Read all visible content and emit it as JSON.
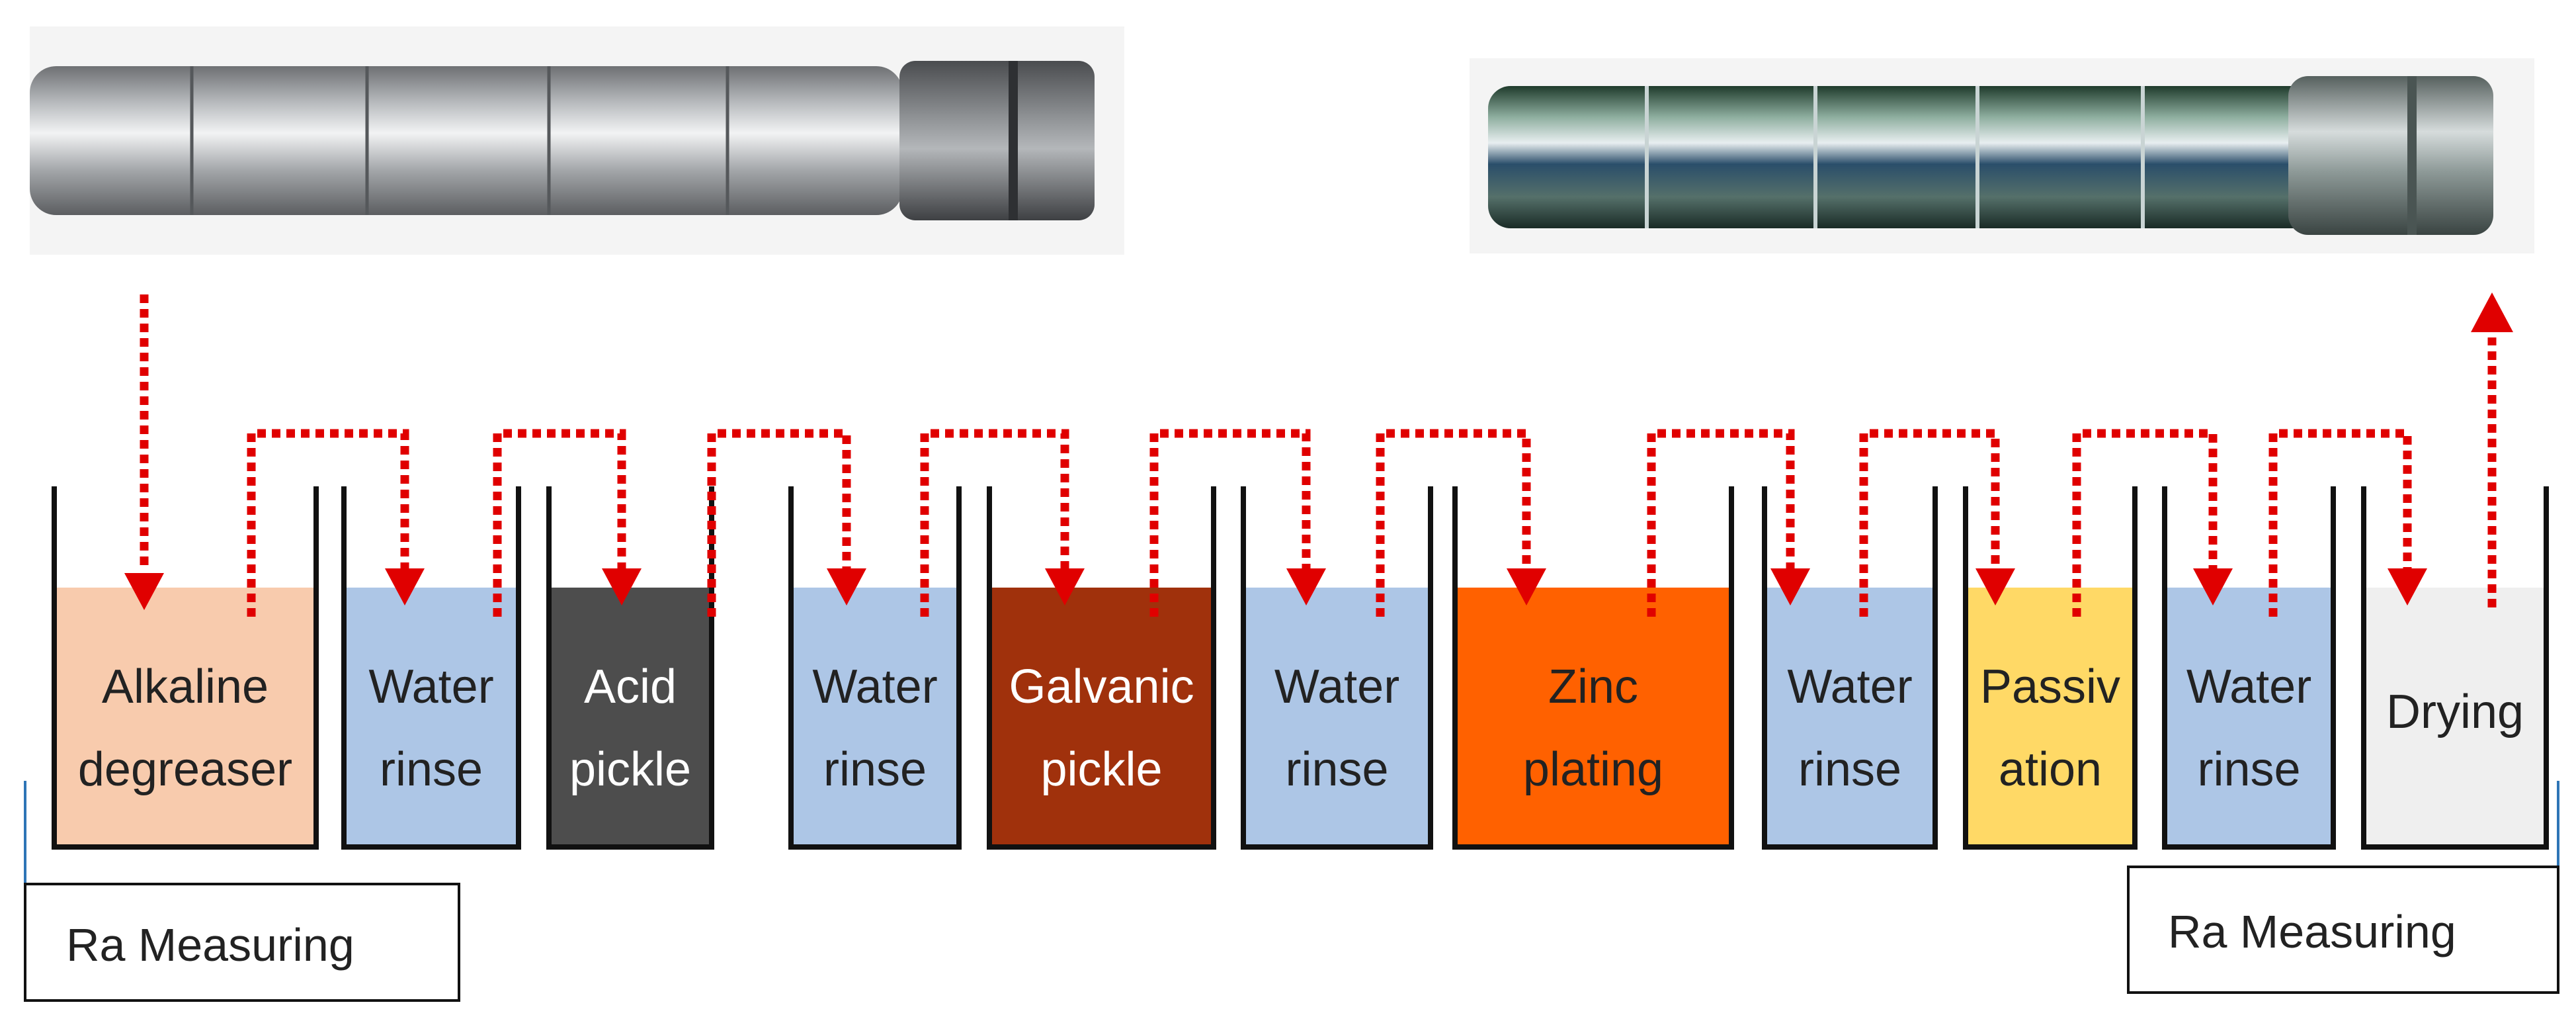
{
  "diagram": {
    "tanks": [
      {
        "id": "alkaline",
        "lines": [
          "Alkaline",
          "degreaser"
        ],
        "fill": "#F8CBAD",
        "text_color": "#222222"
      },
      {
        "id": "rinse1",
        "lines": [
          "Water",
          "rinse"
        ],
        "fill": "#ADC6E6",
        "text_color": "#222222"
      },
      {
        "id": "acid",
        "lines": [
          "Acid",
          "pickle"
        ],
        "fill": "#4D4D4D",
        "text_color": "#FFFFFF"
      },
      {
        "id": "rinse2",
        "lines": [
          "Water",
          "rinse"
        ],
        "fill": "#ADC6E6",
        "text_color": "#222222"
      },
      {
        "id": "galvanic",
        "lines": [
          "Galvanic",
          "pickle"
        ],
        "fill": "#A0310C",
        "text_color": "#FFFFFF"
      },
      {
        "id": "rinse3",
        "lines": [
          "Water",
          "rinse"
        ],
        "fill": "#ADC6E6",
        "text_color": "#222222"
      },
      {
        "id": "zinc",
        "lines": [
          "Zinc",
          "plating"
        ],
        "fill": "#FF6100",
        "text_color": "#222222"
      },
      {
        "id": "rinse4",
        "lines": [
          "Water",
          "rinse"
        ],
        "fill": "#ADC6E6",
        "text_color": "#222222"
      },
      {
        "id": "passivation",
        "lines": [
          "Passiv",
          "ation"
        ],
        "fill": "#FFD966",
        "text_color": "#222222"
      },
      {
        "id": "rinse5",
        "lines": [
          "Water",
          "rinse"
        ],
        "fill": "#ADC6E6",
        "text_color": "#222222"
      },
      {
        "id": "drying",
        "lines": [
          "Drying"
        ],
        "fill": "#EFEFEF",
        "text_color": "#222222"
      }
    ],
    "measure_left": "Ra Measuring",
    "measure_right": "Ra Measuring",
    "arrow_color": "#E00000",
    "tank_outline_color": "#111111",
    "measure_line_color": "#2E75B6",
    "part_before": {
      "style": "bare-steel",
      "tones": [
        "#6E7073",
        "#B9BCBF",
        "#F2F3F4",
        "#A3A6A9",
        "#5C5E61"
      ]
    },
    "part_after": {
      "style": "zinc-plated",
      "tones": [
        "#1F3B2C",
        "#8FAFA0",
        "#E8EEF0",
        "#55706A",
        "#1A2B26"
      ]
    }
  }
}
